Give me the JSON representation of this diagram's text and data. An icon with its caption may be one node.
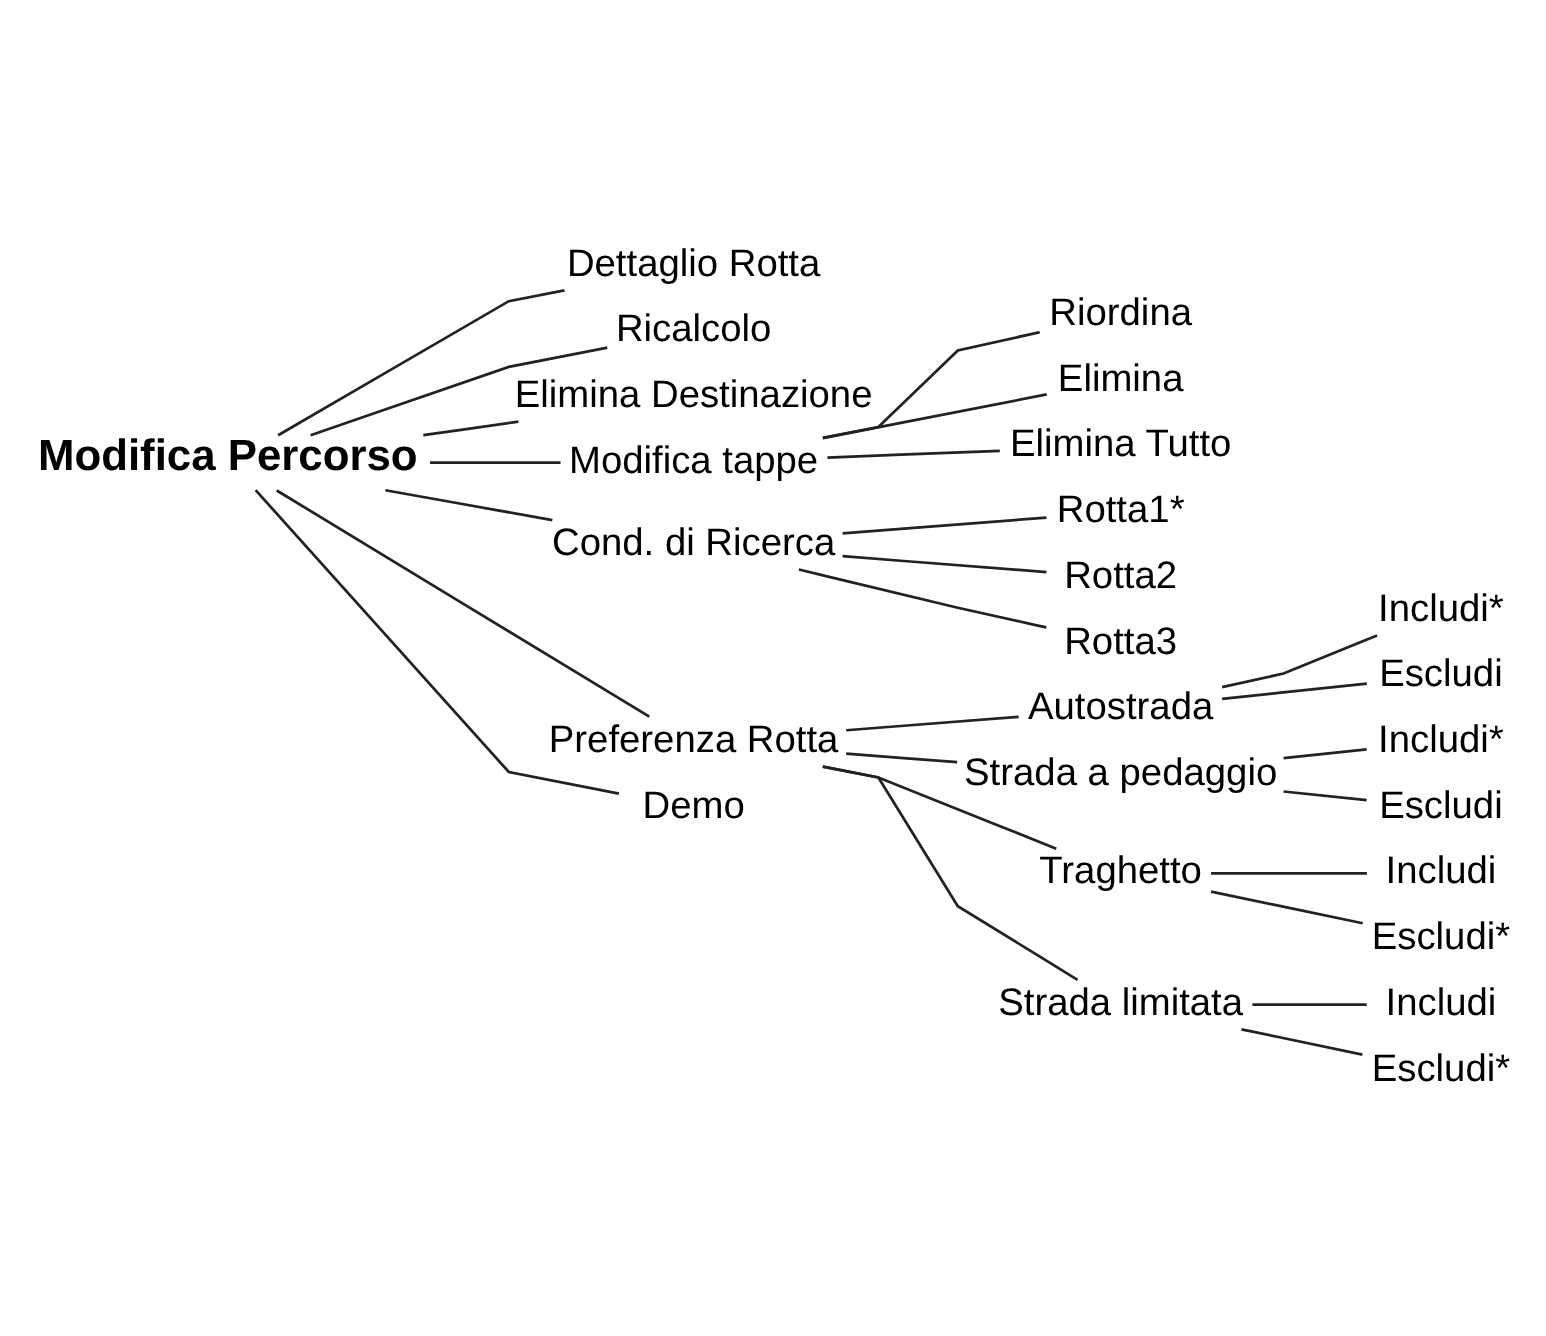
{
  "diagram": {
    "nodes": [
      {
        "text": [
          "Modifica Percorso"
        ]
      },
      {
        "text": [
          "Dettaglio Rotta"
        ]
      },
      {
        "text": [
          "Ricalcolo"
        ]
      },
      {
        "text": [
          "Elimina Destinazione"
        ]
      },
      {
        "text": [
          "Modifica tappe"
        ]
      },
      {
        "text": [
          "Riordina"
        ]
      },
      {
        "text": [
          "Elimina"
        ]
      },
      {
        "text": [
          "Elimina Tutto"
        ]
      },
      {
        "text": [
          "Cond. di Ricerca"
        ]
      },
      {
        "text": [
          "Rotta1*"
        ]
      },
      {
        "text": [
          "Rotta2"
        ]
      },
      {
        "text": [
          "Rotta3"
        ]
      },
      {
        "text": [
          "Preferenza Rotta"
        ]
      },
      {
        "text": [
          "Autostrada"
        ]
      },
      {
        "text": [
          "Includi*"
        ]
      },
      {
        "text": [
          "Escludi"
        ]
      },
      {
        "text": [
          "Strada a pedaggio"
        ]
      },
      {
        "text": [
          "Includi*"
        ]
      },
      {
        "text": [
          "Escludi"
        ]
      },
      {
        "text": [
          "Traghetto"
        ]
      },
      {
        "text": [
          "Includi"
        ]
      },
      {
        "text": [
          "Escludi*"
        ]
      },
      {
        "text": [
          "Strada limitata"
        ]
      },
      {
        "text": [
          "Includi"
        ]
      },
      {
        "text": [
          "Escludi*"
        ]
      },
      {
        "text": [
          "Demo"
        ]
      }
    ],
    "edges": [
      {
        "from": 0,
        "to": 1,
        "arrow": "none"
      },
      {
        "from": 0,
        "to": 2,
        "arrow": "none"
      },
      {
        "from": 0,
        "to": 3,
        "arrow": "none"
      },
      {
        "from": 0,
        "to": 4,
        "arrow": "none"
      },
      {
        "from": 4,
        "to": 5,
        "arrow": "none"
      },
      {
        "from": 4,
        "to": 6,
        "arrow": "none"
      },
      {
        "from": 4,
        "to": 7,
        "arrow": "none"
      },
      {
        "from": 0,
        "to": 8,
        "arrow": "none"
      },
      {
        "from": 8,
        "to": 9,
        "arrow": "none"
      },
      {
        "from": 8,
        "to": 10,
        "arrow": "none"
      },
      {
        "from": 8,
        "to": 11,
        "arrow": "none"
      },
      {
        "from": 0,
        "to": 12,
        "arrow": "none"
      },
      {
        "from": 12,
        "to": 13,
        "arrow": "none"
      },
      {
        "from": 13,
        "to": 14,
        "arrow": "none"
      },
      {
        "from": 13,
        "to": 15,
        "arrow": "none"
      },
      {
        "from": 12,
        "to": 16,
        "arrow": "none"
      },
      {
        "from": 16,
        "to": 17,
        "arrow": "none"
      },
      {
        "from": 16,
        "to": 18,
        "arrow": "none"
      },
      {
        "from": 12,
        "to": 19,
        "arrow": "none"
      },
      {
        "from": 19,
        "to": 20,
        "arrow": "none"
      },
      {
        "from": 19,
        "to": 21,
        "arrow": "none"
      },
      {
        "from": 12,
        "to": 22,
        "arrow": "none"
      },
      {
        "from": 22,
        "to": 23,
        "arrow": "none"
      },
      {
        "from": 22,
        "to": 24,
        "arrow": "none"
      },
      {
        "from": 0,
        "to": 25,
        "arrow": "none"
      }
    ]
  }
}
